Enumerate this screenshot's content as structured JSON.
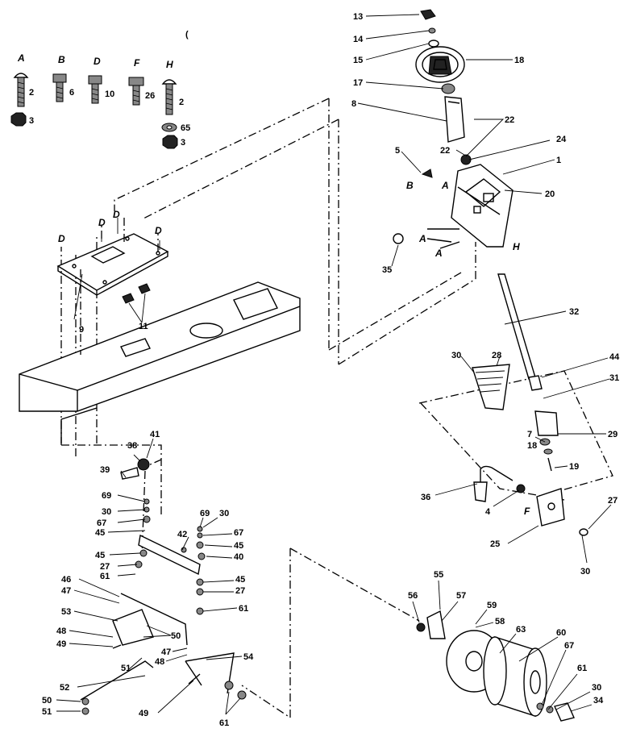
{
  "hardware_key": [
    {
      "letter": "A",
      "qty": "2",
      "qty2": "3"
    },
    {
      "letter": "B",
      "qty": "6"
    },
    {
      "letter": "D",
      "qty": "10"
    },
    {
      "letter": "F",
      "qty": "26"
    },
    {
      "letter": "H",
      "qty": "2",
      "qty2": "65",
      "qty3": "3"
    }
  ],
  "stray_mark": "(",
  "callouts": [
    "13",
    "14",
    "15",
    "18",
    "17",
    "8",
    "22",
    "22",
    "24",
    "5",
    "B",
    "1",
    "A",
    "20",
    "A",
    "A",
    "H",
    "35",
    "D",
    "D",
    "D",
    "D",
    "9",
    "11",
    "32",
    "30",
    "28",
    "44",
    "31",
    "29",
    "7",
    "18",
    "19",
    "36",
    "4",
    "F",
    "25",
    "27",
    "30",
    "38",
    "41",
    "39",
    "69",
    "30",
    "67",
    "45",
    "42",
    "69",
    "30",
    "67",
    "45",
    "40",
    "45",
    "27",
    "61",
    "45",
    "27",
    "61",
    "46",
    "47",
    "53",
    "48",
    "49",
    "50",
    "47",
    "48",
    "51",
    "54",
    "52",
    "50",
    "51",
    "49",
    "61",
    "55",
    "56",
    "57",
    "59",
    "58",
    "63",
    "60",
    "67",
    "61",
    "30",
    "34"
  ]
}
